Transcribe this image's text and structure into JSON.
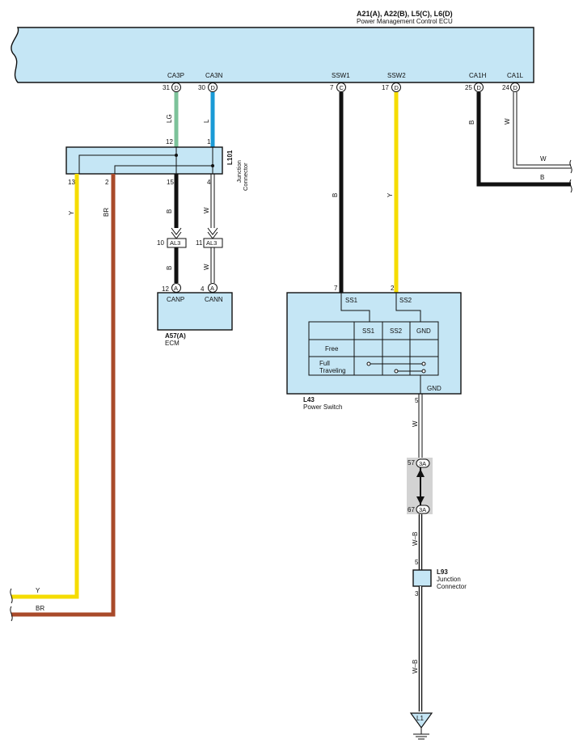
{
  "title": {
    "connectors": "A21(A), A22(B), L5(C), L6(D)",
    "name": "Power Management Control ECU"
  },
  "ecu_pins": [
    {
      "signal": "CA3P",
      "pin": "31",
      "conn": "D",
      "wire": "LG"
    },
    {
      "signal": "CA3N",
      "pin": "30",
      "conn": "D",
      "wire": "L"
    },
    {
      "signal": "SSW1",
      "pin": "7",
      "conn": "C",
      "wire": "B"
    },
    {
      "signal": "SSW2",
      "pin": "17",
      "conn": "D",
      "wire": "Y"
    },
    {
      "signal": "CA1H",
      "pin": "25",
      "conn": "D",
      "wire": "B"
    },
    {
      "signal": "CA1L",
      "pin": "24",
      "conn": "D",
      "wire": "W"
    }
  ],
  "junction_l101": {
    "id": "L101",
    "label1": "Junction",
    "label2": "Connector",
    "pin_top1": "12",
    "pin_top2": "1",
    "pin_out1": "13",
    "pin_out2": "2",
    "pin_out3": "15",
    "pin_out4": "4",
    "wire_out1": "Y",
    "wire_out2": "BR",
    "wire_out3": "B",
    "wire_out4": "W"
  },
  "al3": {
    "label": "AL3",
    "pin_left": "10",
    "pin_right": "11",
    "wire_left": "B",
    "wire_right": "W"
  },
  "ecm": {
    "id": "A57(A)",
    "name": "ECM",
    "pin1": "12",
    "pin1_conn": "A",
    "pin1_label": "CANP",
    "pin2": "4",
    "pin2_conn": "A",
    "pin2_label": "CANN"
  },
  "power_switch": {
    "id": "L43",
    "name": "Power Switch",
    "pin_ss1": "7",
    "pin_ss2": "2",
    "pin_gnd": "5",
    "ss1": "SS1",
    "ss2": "SS2",
    "gnd": "GND",
    "table_headers": [
      "SS1",
      "SS2",
      "GND"
    ],
    "row1": "Free",
    "row2a": "Full",
    "row2b": "Traveling",
    "gnd_wire": "W"
  },
  "connector_3a": {
    "label": "3A",
    "pin_top": "57",
    "pin_bottom": "67",
    "wire": "W–B"
  },
  "junction_l93": {
    "id": "L93",
    "label1": "Junction",
    "label2": "Connector",
    "pin_top": "5",
    "pin_bottom": "3",
    "wire": "W–B"
  },
  "ground": {
    "label": "L1"
  },
  "offpage": {
    "y": "Y",
    "br": "BR",
    "w": "W",
    "b": "B"
  },
  "colors": {
    "lg": "#7cc29a",
    "l": "#1a9ad6",
    "y": "#f5dc00",
    "br": "#a94a2a",
    "b": "#111111",
    "box": "#c5e6f5"
  }
}
